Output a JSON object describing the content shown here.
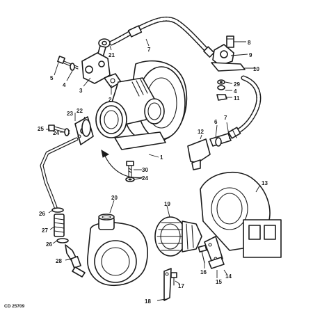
{
  "reference_code": "CD 25709",
  "callouts": [
    {
      "id": "c1",
      "text": "1"
    },
    {
      "id": "c2",
      "text": "2"
    },
    {
      "id": "c3",
      "text": "3"
    },
    {
      "id": "c4a",
      "text": "4"
    },
    {
      "id": "c4b",
      "text": "4"
    },
    {
      "id": "c5",
      "text": "5"
    },
    {
      "id": "c6",
      "text": "6"
    },
    {
      "id": "c7a",
      "text": "7"
    },
    {
      "id": "c7b",
      "text": "7"
    },
    {
      "id": "c8",
      "text": "8"
    },
    {
      "id": "c9",
      "text": "9"
    },
    {
      "id": "c10",
      "text": "10"
    },
    {
      "id": "c11",
      "text": "11"
    },
    {
      "id": "c12",
      "text": "12"
    },
    {
      "id": "c13",
      "text": "13"
    },
    {
      "id": "c14",
      "text": "14"
    },
    {
      "id": "c15",
      "text": "15"
    },
    {
      "id": "c16",
      "text": "16"
    },
    {
      "id": "c17",
      "text": "17"
    },
    {
      "id": "c18",
      "text": "18"
    },
    {
      "id": "c19",
      "text": "19"
    },
    {
      "id": "c20",
      "text": "20"
    },
    {
      "id": "c21",
      "text": "21"
    },
    {
      "id": "c22",
      "text": "22"
    },
    {
      "id": "c23",
      "text": "23"
    },
    {
      "id": "c24a",
      "text": "24"
    },
    {
      "id": "c24b",
      "text": "24"
    },
    {
      "id": "c25",
      "text": "25"
    },
    {
      "id": "c26a",
      "text": "26"
    },
    {
      "id": "c26b",
      "text": "26"
    },
    {
      "id": "c27",
      "text": "27"
    },
    {
      "id": "c28",
      "text": "28"
    },
    {
      "id": "c29",
      "text": "29"
    },
    {
      "id": "c30",
      "text": "30"
    }
  ]
}
